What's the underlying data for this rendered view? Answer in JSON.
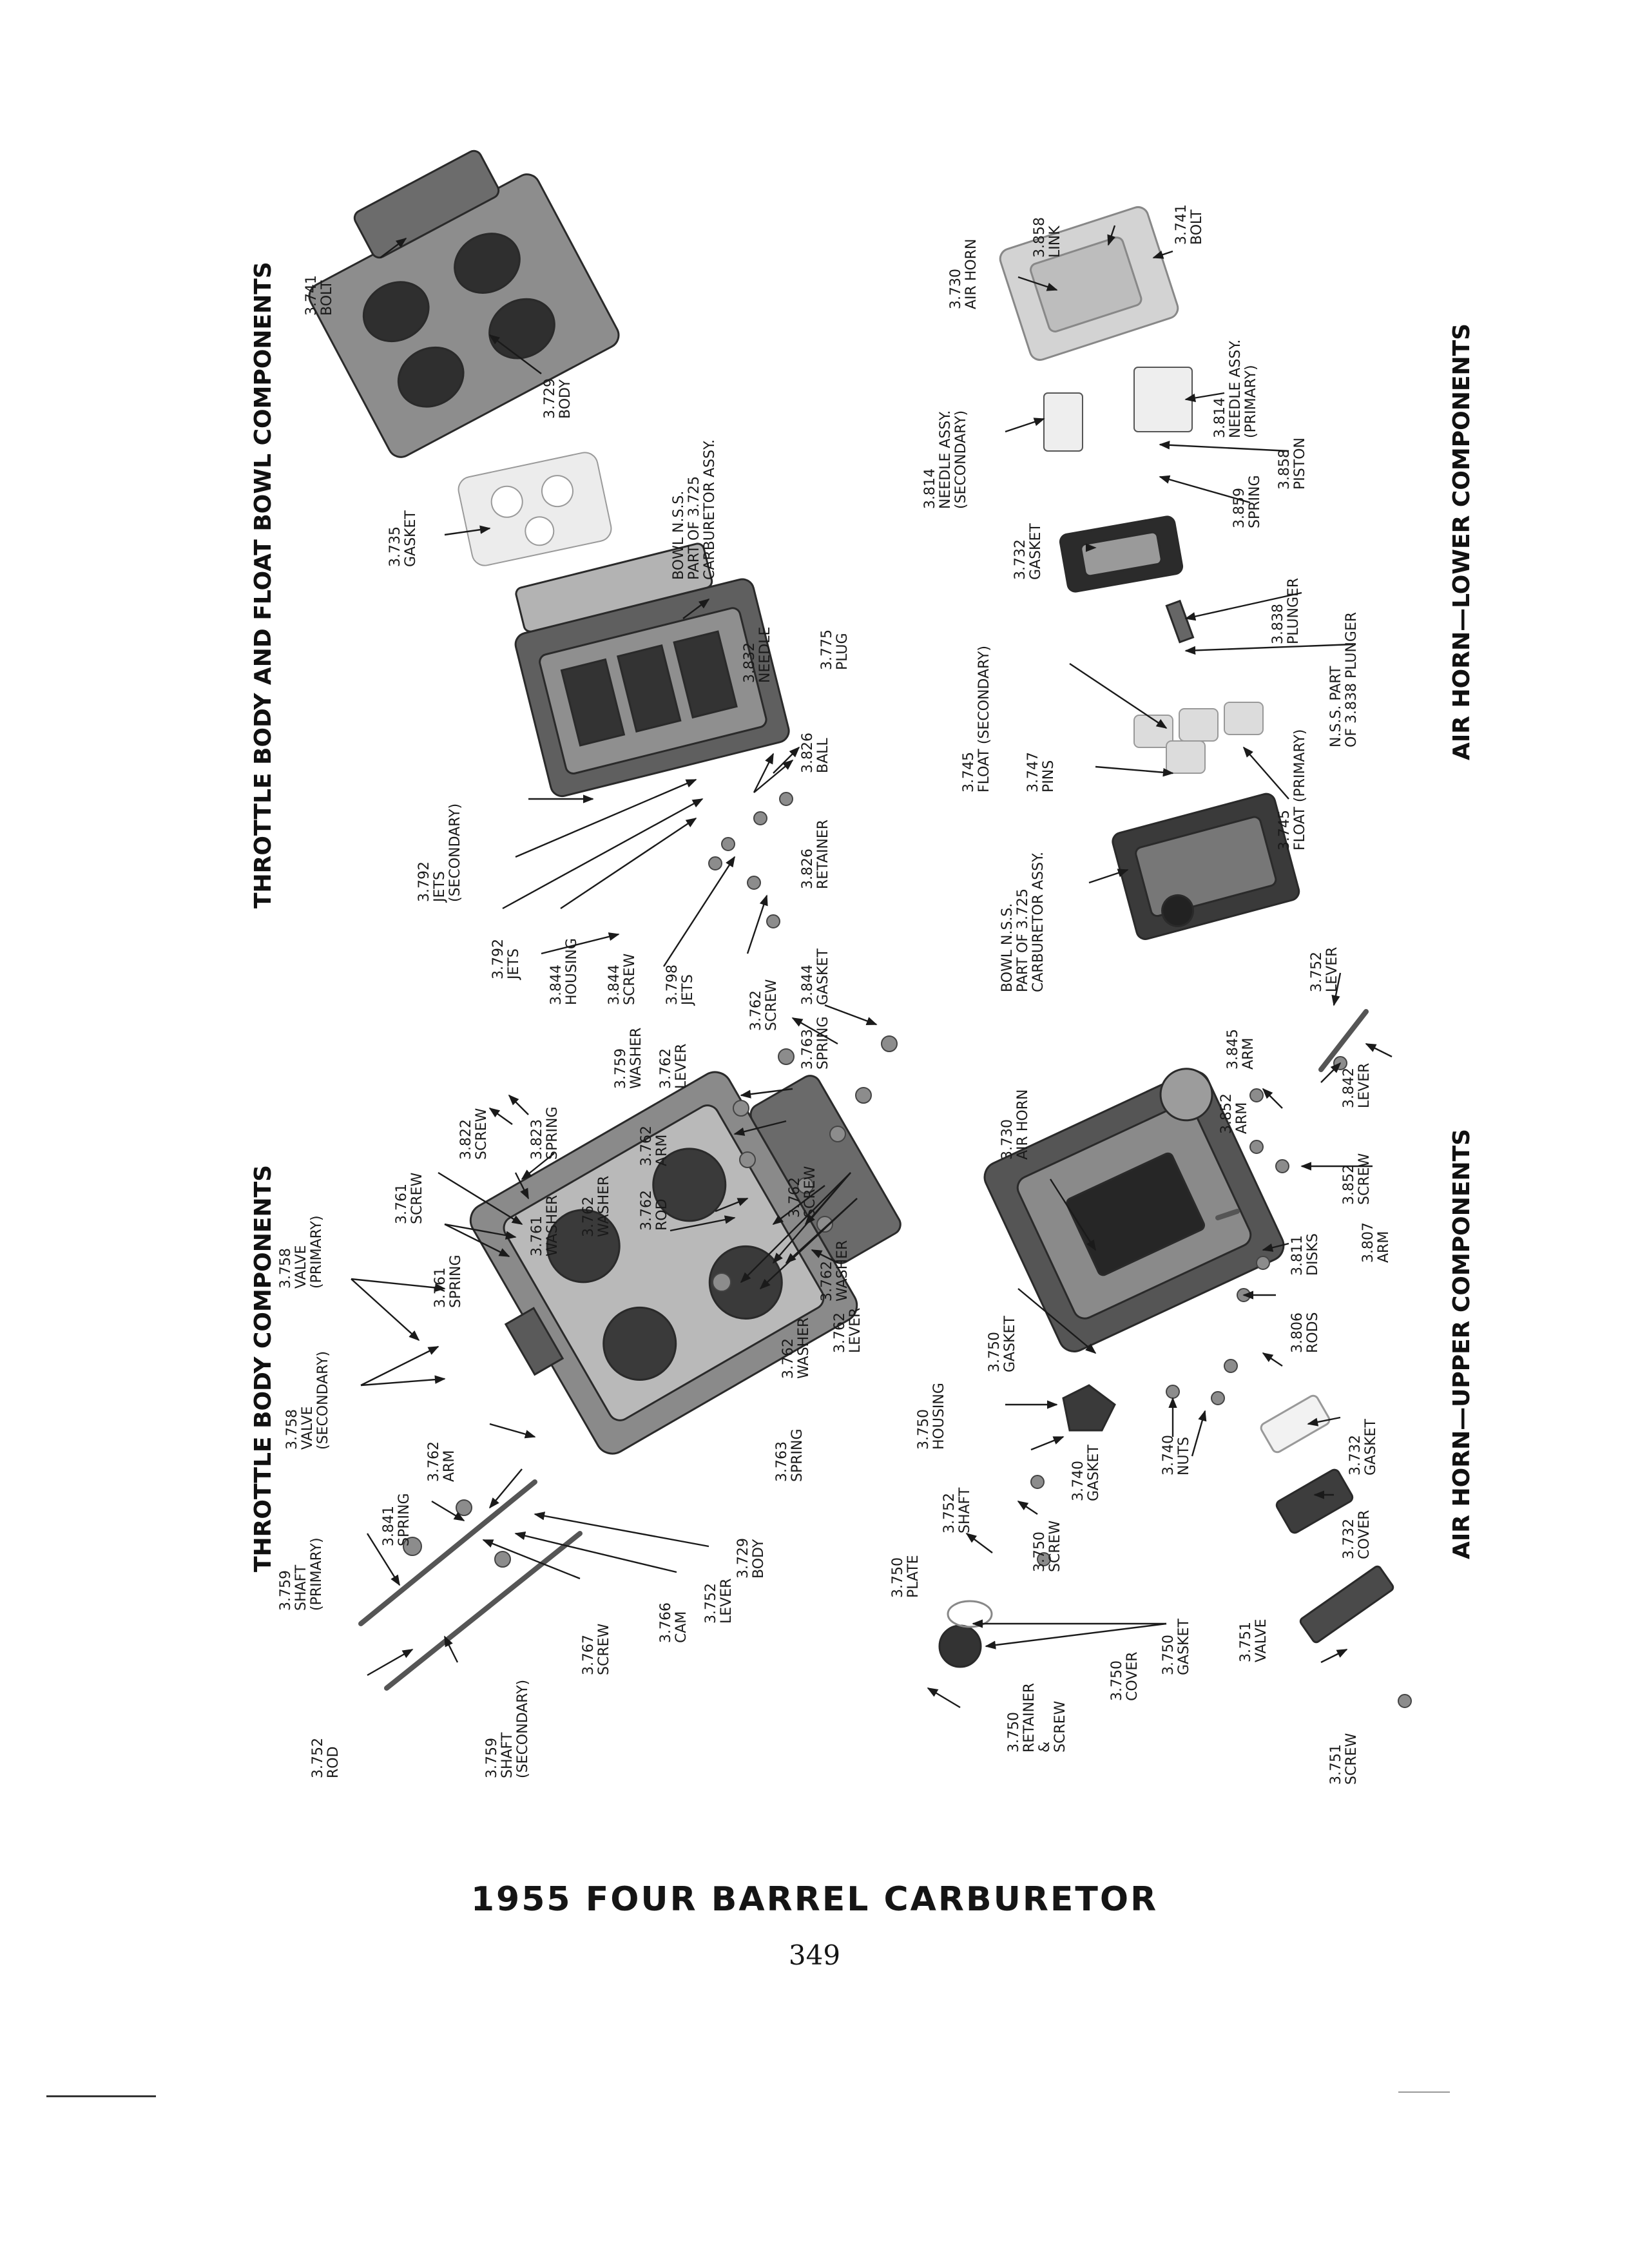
{
  "page_title": "1955 FOUR BARREL CARBURETOR",
  "page_number": "349",
  "sections": {
    "throttle_body": "THROTTLE BODY COMPONENTS",
    "throttle_float": "THROTTLE BODY AND FLOAT BOWL COMPONENTS",
    "horn_upper": "AIR HORN—UPPER COMPONENTS",
    "horn_lower": "AIR HORN—LOWER COMPONENTS"
  },
  "labels": {
    "tb_rod": [
      "3.752",
      "ROD"
    ],
    "tb_shaft_primary": [
      "3.759",
      "SHAFT",
      "(PRIMARY)"
    ],
    "tb_shaft_secondary": [
      "3.759",
      "SHAFT",
      "(SECONDARY)"
    ],
    "tb_spring_3841": [
      "3.841",
      "SPRING"
    ],
    "tb_arm_3762": [
      "3.762",
      "ARM"
    ],
    "tb_valve_secondary": [
      "3.758",
      "VALVE",
      "(SECONDARY)"
    ],
    "tb_valve_primary": [
      "3.758",
      "VALVE",
      "(PRIMARY)"
    ],
    "tb_screw_3767": [
      "3.767",
      "SCREW"
    ],
    "tb_cam": [
      "3.766",
      "CAM"
    ],
    "tb_lever_3752": [
      "3.752",
      "LEVER"
    ],
    "tb_body": [
      "3.729",
      "BODY"
    ],
    "tb_spring_3763a": [
      "3.763",
      "SPRING"
    ],
    "tb_spring_3761": [
      "3.761",
      "SPRING"
    ],
    "tb_screw_3761": [
      "3.761",
      "SCREW"
    ],
    "tb_washer_3761": [
      "3.761",
      "WASHER"
    ],
    "tb_screw_3822": [
      "3.822",
      "SCREW"
    ],
    "tb_spring_3823": [
      "3.823",
      "SPRING"
    ],
    "tb_washer_3762a": [
      "3.762",
      "WASHER"
    ],
    "tb_rod_3762": [
      "3.762",
      "ROD"
    ],
    "tb_arm_3762b": [
      "3.762",
      "ARM"
    ],
    "tb_washer_3759": [
      "3.759",
      "WASHER"
    ],
    "tb_lever_3762a": [
      "3.762",
      "LEVER"
    ],
    "tb_screw_3762a": [
      "3.762",
      "SCREW"
    ],
    "tb_spring_3763b": [
      "3.763",
      "SPRING"
    ],
    "tb_screw_3762b": [
      "3.762",
      "SCREW"
    ],
    "tb_washer_3762b": [
      "3.762",
      "WASHER"
    ],
    "tb_lever_3762b": [
      "3.762",
      "LEVER"
    ],
    "tb_washer_3762c": [
      "3.762",
      "WASHER"
    ],
    "fb_jets_3798": [
      "3.798",
      "JETS"
    ],
    "fb_screw_3844": [
      "3.844",
      "SCREW"
    ],
    "fb_housing_3844": [
      "3.844",
      "HOUSING"
    ],
    "fb_jets_3792": [
      "3.792",
      "JETS"
    ],
    "fb_jets_secondary": [
      "3.792",
      "JETS",
      "(SECONDARY)"
    ],
    "fb_gasket_3844": [
      "3.844",
      "GASKET"
    ],
    "fb_retainer_3826": [
      "3.826",
      "RETAINER"
    ],
    "fb_ball_3826": [
      "3.826",
      "BALL"
    ],
    "fb_needle_3832": [
      "3.832",
      "NEEDLE"
    ],
    "fb_plug_3775": [
      "3.775",
      "PLUG"
    ],
    "fb_bowl_nss": [
      "BOWL N.S.S.",
      "PART OF 3.725",
      "CARBURETOR ASSY."
    ],
    "fb_gasket_3735": [
      "3.735",
      "GASKET"
    ],
    "fb_body_3729": [
      "3.729",
      "BODY"
    ],
    "fb_bolt_3741": [
      "3.741",
      "BOLT"
    ],
    "hu_retainer": [
      "3.750",
      "RETAINER",
      "&",
      "SCREW"
    ],
    "hu_cover": [
      "3.750",
      "COVER"
    ],
    "hu_gasket_3750a": [
      "3.750",
      "GASKET"
    ],
    "hu_plate": [
      "3.750",
      "PLATE"
    ],
    "hu_screw_3750": [
      "3.750",
      "SCREW"
    ],
    "hu_shaft_3752": [
      "3.752",
      "SHAFT"
    ],
    "hu_housing_3750": [
      "3.750",
      "HOUSING"
    ],
    "hu_gasket_3750b": [
      "3.750",
      "GASKET"
    ],
    "hu_air_horn": [
      "3.730",
      "AIR HORN"
    ],
    "hu_screw_3751": [
      "3.751",
      "SCREW"
    ],
    "hu_valve_3751": [
      "3.751",
      "VALVE"
    ],
    "hu_gasket_3740": [
      "3.740",
      "GASKET"
    ],
    "hu_nuts_3740": [
      "3.740",
      "NUTS"
    ],
    "hu_cover_3732": [
      "3.732",
      "COVER"
    ],
    "hu_gasket_3732": [
      "3.732",
      "GASKET"
    ],
    "hu_rods_3806": [
      "3.806",
      "RODS"
    ],
    "hu_disks_3811": [
      "3.811",
      "DISKS"
    ],
    "hu_arm_3807": [
      "3.807",
      "ARM"
    ],
    "hu_screw_3852": [
      "3.852",
      "SCREW"
    ],
    "hu_arm_3852": [
      "3.852",
      "ARM"
    ],
    "hu_arm_3845": [
      "3.845",
      "ARM"
    ],
    "hu_lever_3842": [
      "3.842",
      "LEVER"
    ],
    "hu_lever_3752": [
      "3.752",
      "LEVER"
    ],
    "hl_bowl_nss": [
      "BOWL N.S.S.",
      "PART OF 3.725",
      "CARBURETOR ASSY."
    ],
    "hl_pins_3747": [
      "3.747",
      "PINS"
    ],
    "hl_float_secondary": [
      "3.745",
      "FLOAT (SECONDARY)"
    ],
    "hl_float_primary": [
      "3.745",
      "FLOAT (PRIMARY)"
    ],
    "hl_nss_plunger": [
      "N.S.S. PART",
      "OF 3.838 PLUNGER"
    ],
    "hl_plunger_3838": [
      "3.838",
      "PLUNGER"
    ],
    "hl_gasket_3732": [
      "3.732",
      "GASKET"
    ],
    "hl_needle_secondary": [
      "3.814",
      "NEEDLE ASSY.",
      "(SECONDARY)"
    ],
    "hl_spring_3859": [
      "3.859",
      "SPRING"
    ],
    "hl_piston_3858": [
      "3.858",
      "PISTON"
    ],
    "hl_needle_primary": [
      "3.814",
      "NEEDLE ASSY.",
      "(PRIMARY)"
    ],
    "hl_air_horn": [
      "3.730",
      "AIR HORN"
    ],
    "hl_link_3858": [
      "3.858",
      "LINK"
    ],
    "hl_bolt_3741": [
      "3.741",
      "BOLT"
    ]
  }
}
